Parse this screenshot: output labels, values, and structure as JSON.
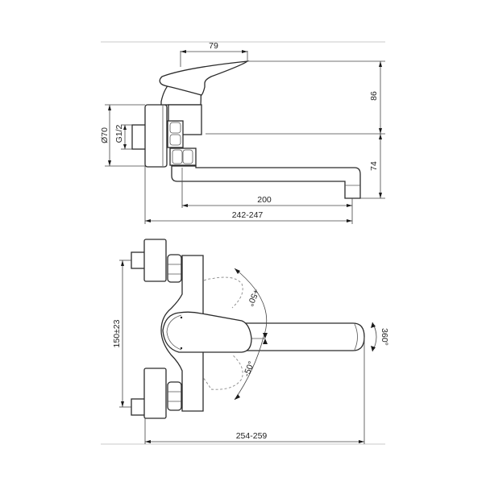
{
  "drawing": {
    "subject": "Wall-mounted single-lever mixer tap",
    "views": [
      {
        "name": "side-view",
        "dimensions": {
          "handle_reach": "79",
          "handle_height": "86",
          "spout_height": "74",
          "flange_diameter": "Ø70",
          "thread": "G1/2",
          "spout_reach": "200",
          "overall_length": "242-247"
        }
      },
      {
        "name": "top-view",
        "dimensions": {
          "inlet_centres": "150±23",
          "lever_up": "+50°",
          "lever_down": "-50°",
          "spout_swivel": "360°",
          "overall_length": "254-259"
        }
      }
    ]
  },
  "colors": {
    "line": "#2b2b2b",
    "frame": "#c8c8c8",
    "hidden": "#8a8a8a",
    "background": "#ffffff"
  }
}
